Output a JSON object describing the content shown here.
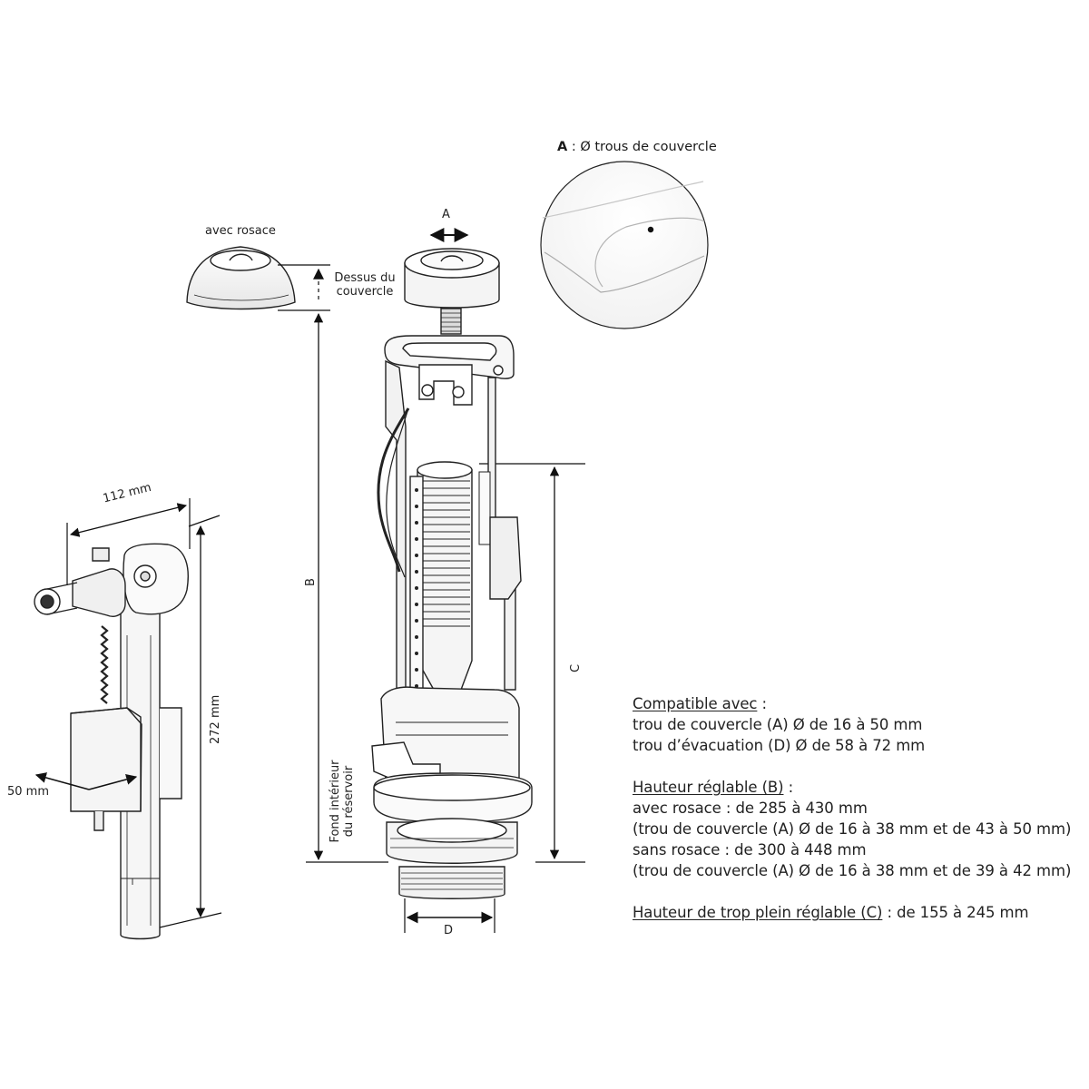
{
  "labels": {
    "avec_rosace": "avec rosace",
    "dim_A": "A",
    "dessus_line1": "Dessus du",
    "dessus_line2": "couvercle",
    "dim_B": "B",
    "dim_C": "C",
    "dim_D": "D",
    "fond_line1": "Fond intérieur",
    "fond_line2": "du réservoir",
    "width_112": "112 mm",
    "height_272": "272 mm",
    "depth_50": "50 mm"
  },
  "annotation": {
    "letter": "A",
    "text": " : Ø trous de couvercle"
  },
  "specs": {
    "compat_title": "Compatible avec",
    "compat_suffix": " :",
    "compat_1": "trou de couvercle (A) Ø de 16 à 50 mm",
    "compat_2": "trou d’évacuation (D) Ø de 58 à 72 mm",
    "hauteur_title": "Hauteur réglable (B)",
    "hauteur_suffix": " :",
    "hauteur_1": "avec rosace : de 285 à 430 mm",
    "hauteur_2": "(trou de couvercle (A) Ø de 16 à 38 mm et de 43 à 50 mm)",
    "hauteur_3": "sans rosace : de 300 à 448 mm",
    "hauteur_4": "(trou de couvercle (A) Ø de 16 à 38 mm et de 39 à 42 mm)",
    "trop_title": "Hauteur de trop plein réglable (C)",
    "trop_suffix": " : de 155 à 245 mm"
  }
}
